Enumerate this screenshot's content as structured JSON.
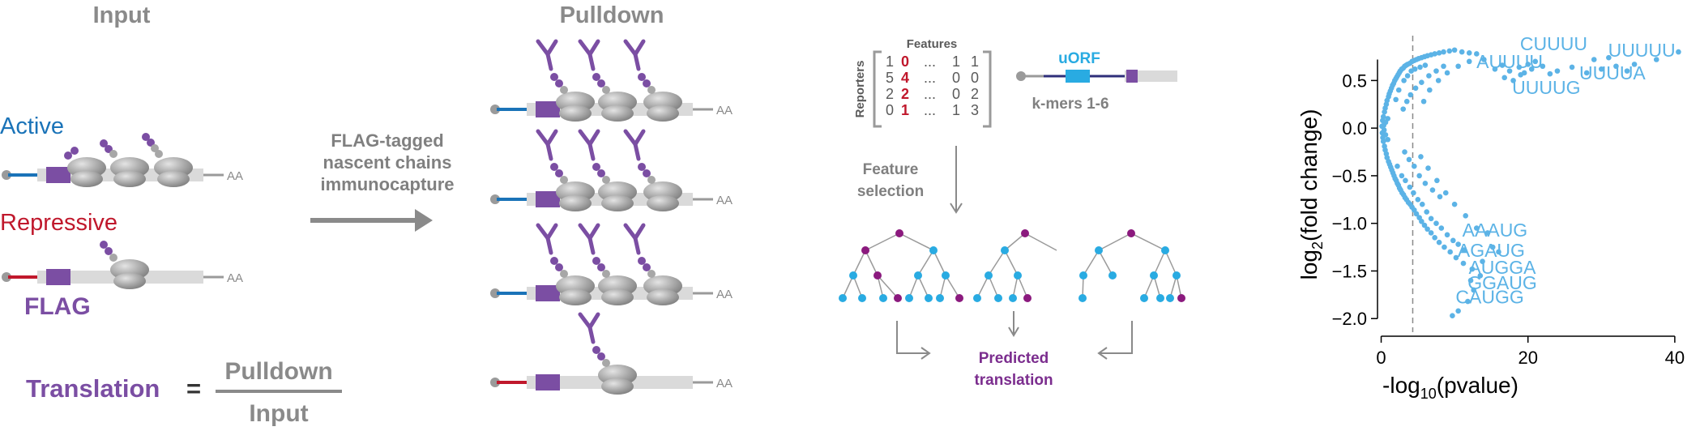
{
  "colors": {
    "active": "#1a73b8",
    "repressive": "#c0182c",
    "flag": "#7b4ea3",
    "gray_text": "#808080",
    "ribosome": "#a7a7a7",
    "mrna": "#dadada",
    "uorf": "#29abe2",
    "tree_blue": "#29abe2",
    "tree_purple": "#8b1a7e",
    "highlight_red": "#c0182c",
    "scatter": "#5cb3e6"
  },
  "panel_a": {
    "title": "Input",
    "active_label": "Active",
    "repressive_label": "Repressive",
    "flag_label": "FLAG",
    "tail_label": "AA",
    "equation": {
      "lhs": "Translation",
      "equals": "=",
      "numerator": "Pulldown",
      "denominator": "Input"
    }
  },
  "arrow_text": {
    "line1": "FLAG-tagged",
    "line2": "nascent chains",
    "line3": "immunocapture"
  },
  "panel_b": {
    "title": "Pulldown",
    "tail_label": "AA"
  },
  "panel_c": {
    "features_label": "Features",
    "reporters_label": "Reporters",
    "matrix": [
      [
        "1",
        "0",
        "...",
        "1",
        "1"
      ],
      [
        "5",
        "4",
        "...",
        "0",
        "0"
      ],
      [
        "2",
        "2",
        "...",
        "0",
        "2"
      ],
      [
        "0",
        "1",
        "...",
        "1",
        "3"
      ]
    ],
    "uorf_label": "uORF",
    "kmers_label": "k-mers 1-6",
    "feature_selection_line1": "Feature",
    "feature_selection_line2": "selection",
    "predicted_line1": "Predicted",
    "predicted_line2": "translation"
  },
  "chart_data": {
    "type": "scatter",
    "xlabel_main": "-log",
    "xlabel_sub": "10",
    "xlabel_paren": "(pvalue)",
    "ylabel_main": "log",
    "ylabel_sub": "2",
    "ylabel_paren": "(fold change)",
    "xlim": [
      -0.5,
      42
    ],
    "ylim": [
      -2.1,
      0.92
    ],
    "xticks": [
      0,
      20,
      40
    ],
    "yticks": [
      "0.5",
      "0.0",
      "−0.5",
      "−1.0",
      "−1.5",
      "−2.0"
    ],
    "ytick_values": [
      0.5,
      0.0,
      -0.5,
      -1.0,
      -1.5,
      -2.0
    ],
    "threshold_x": 4.3,
    "annotations": [
      {
        "text": "CUUUU",
        "x": 23.5,
        "y": 0.82
      },
      {
        "text": "UUUUU",
        "x": 35.5,
        "y": 0.75
      },
      {
        "text": "AUUUU",
        "x": 17.5,
        "y": 0.63
      },
      {
        "text": "UUUUA",
        "x": 31.5,
        "y": 0.51
      },
      {
        "text": "UUUUG",
        "x": 22.5,
        "y": 0.36
      },
      {
        "text": "AAAUG",
        "x": 15.5,
        "y": -1.14
      },
      {
        "text": "AGAUG",
        "x": 15.0,
        "y": -1.35
      },
      {
        "text": "AUGGA",
        "x": 16.5,
        "y": -1.53
      },
      {
        "text": "GGAUG",
        "x": 16.5,
        "y": -1.69
      },
      {
        "text": "CAUGG",
        "x": 14.8,
        "y": -1.84
      }
    ],
    "points_body": [
      [
        0.1,
        0.02
      ],
      [
        0.15,
        -0.05
      ],
      [
        0.2,
        0.08
      ],
      [
        0.22,
        -0.1
      ],
      [
        0.3,
        0.12
      ],
      [
        0.3,
        -0.14
      ],
      [
        0.35,
        0.03
      ],
      [
        0.4,
        -0.02
      ],
      [
        0.45,
        0.17
      ],
      [
        0.45,
        -0.19
      ],
      [
        0.55,
        0.21
      ],
      [
        0.55,
        -0.23
      ],
      [
        0.6,
        0.06
      ],
      [
        0.6,
        -0.07
      ],
      [
        0.7,
        0.25
      ],
      [
        0.7,
        -0.27
      ],
      [
        0.8,
        0.29
      ],
      [
        0.8,
        -0.31
      ],
      [
        0.9,
        0.1
      ],
      [
        0.9,
        -0.12
      ],
      [
        1.0,
        0.33
      ],
      [
        1.0,
        -0.35
      ],
      [
        1.1,
        0.36
      ],
      [
        1.15,
        -0.38
      ],
      [
        1.25,
        0.39
      ],
      [
        1.3,
        -0.41
      ],
      [
        1.4,
        0.42
      ],
      [
        1.45,
        -0.44
      ],
      [
        1.55,
        0.45
      ],
      [
        1.6,
        -0.47
      ],
      [
        1.7,
        0.47
      ],
      [
        1.75,
        -0.5
      ],
      [
        1.85,
        0.5
      ],
      [
        1.9,
        -0.53
      ],
      [
        2.0,
        0.52
      ],
      [
        2.05,
        -0.55
      ],
      [
        2.15,
        0.54
      ],
      [
        2.2,
        -0.58
      ],
      [
        2.3,
        0.56
      ],
      [
        2.35,
        -0.6
      ],
      [
        2.45,
        0.58
      ],
      [
        2.5,
        -0.63
      ],
      [
        2.6,
        0.6
      ],
      [
        2.65,
        -0.65
      ],
      [
        2.8,
        0.62
      ],
      [
        2.85,
        -0.68
      ],
      [
        3.0,
        0.63
      ],
      [
        3.05,
        -0.7
      ],
      [
        3.2,
        0.65
      ],
      [
        3.25,
        -0.73
      ],
      [
        3.4,
        0.66
      ],
      [
        3.45,
        -0.75
      ],
      [
        3.6,
        0.67
      ],
      [
        3.7,
        -0.78
      ],
      [
        3.9,
        0.68
      ],
      [
        3.95,
        -0.8
      ],
      [
        4.2,
        0.7
      ],
      [
        4.2,
        -0.83
      ],
      [
        4.5,
        0.71
      ],
      [
        4.5,
        -0.86
      ],
      [
        4.8,
        0.72
      ],
      [
        4.8,
        -0.9
      ],
      [
        5.1,
        0.73
      ],
      [
        5.2,
        -0.94
      ],
      [
        5.5,
        0.74
      ],
      [
        5.5,
        -0.98
      ],
      [
        5.9,
        0.75
      ],
      [
        5.9,
        -1.02
      ],
      [
        6.3,
        0.76
      ],
      [
        6.3,
        -1.06
      ],
      [
        6.8,
        0.77
      ],
      [
        6.8,
        -1.1
      ],
      [
        7.3,
        0.78
      ],
      [
        7.3,
        -1.15
      ],
      [
        7.9,
        0.79
      ],
      [
        7.9,
        -1.2
      ],
      [
        8.5,
        0.8
      ],
      [
        8.6,
        -1.25
      ],
      [
        9.3,
        0.81
      ],
      [
        9.4,
        -1.3
      ],
      [
        10.0,
        0.82
      ],
      [
        10.2,
        -1.36
      ],
      [
        11.0,
        0.8
      ],
      [
        11.2,
        -1.42
      ],
      [
        12.0,
        0.79
      ],
      [
        12.4,
        -1.48
      ],
      [
        13.0,
        0.78
      ],
      [
        2.0,
        0.3
      ],
      [
        2.4,
        0.4
      ],
      [
        3.1,
        0.5
      ],
      [
        3.6,
        0.55
      ],
      [
        4.1,
        0.6
      ],
      [
        4.6,
        0.62
      ],
      [
        5.3,
        0.64
      ],
      [
        6.0,
        0.66
      ],
      [
        2.2,
        -0.4
      ],
      [
        2.8,
        -0.5
      ],
      [
        3.3,
        -0.55
      ],
      [
        3.9,
        -0.62
      ],
      [
        4.4,
        -0.68
      ],
      [
        5.0,
        -0.75
      ],
      [
        5.6,
        -0.8
      ],
      [
        6.2,
        -0.88
      ],
      [
        6.8,
        -0.95
      ],
      [
        7.5,
        -1.0
      ],
      [
        8.2,
        -1.05
      ],
      [
        9.0,
        -1.12
      ],
      [
        9.8,
        -1.18
      ],
      [
        10.5,
        -1.22
      ],
      [
        11.3,
        -1.28
      ],
      [
        3.0,
        0.2
      ],
      [
        3.5,
        0.28
      ],
      [
        4.0,
        0.35
      ],
      [
        4.7,
        0.42
      ],
      [
        5.5,
        0.48
      ],
      [
        6.5,
        0.55
      ],
      [
        7.5,
        0.6
      ],
      [
        8.5,
        0.65
      ],
      [
        3.2,
        -0.25
      ],
      [
        3.8,
        -0.33
      ],
      [
        4.5,
        -0.4
      ],
      [
        5.2,
        -0.5
      ],
      [
        6.0,
        -0.58
      ],
      [
        7.0,
        -0.65
      ],
      [
        8.0,
        -0.72
      ],
      [
        5.8,
        0.28
      ],
      [
        6.6,
        0.4
      ],
      [
        7.8,
        0.5
      ],
      [
        9.0,
        0.58
      ],
      [
        10.5,
        0.65
      ],
      [
        12.0,
        0.7
      ],
      [
        14.0,
        0.72
      ],
      [
        5.4,
        -0.3
      ],
      [
        6.4,
        -0.42
      ],
      [
        7.6,
        -0.55
      ],
      [
        8.8,
        -0.68
      ],
      [
        10.0,
        -0.8
      ],
      [
        11.5,
        -0.92
      ],
      [
        13.0,
        -1.05
      ],
      [
        14.5,
        -1.1
      ],
      [
        15.2,
        -1.25
      ],
      [
        16.0,
        -1.3
      ],
      [
        13.5,
        -1.55
      ],
      [
        12.6,
        -1.7
      ],
      [
        11.8,
        -1.82
      ],
      [
        10.5,
        -1.92
      ],
      [
        9.7,
        -1.97
      ],
      [
        13.8,
        -1.4
      ],
      [
        12.2,
        -1.6
      ],
      [
        15.5,
        0.62
      ],
      [
        16.5,
        0.66
      ],
      [
        17.5,
        0.6
      ],
      [
        18.8,
        0.64
      ],
      [
        19.5,
        0.58
      ],
      [
        20.5,
        0.62
      ],
      [
        22.0,
        0.65
      ],
      [
        24.0,
        0.6
      ],
      [
        26.0,
        0.64
      ],
      [
        28.0,
        0.58
      ],
      [
        30.0,
        0.62
      ],
      [
        32.0,
        0.65
      ],
      [
        33.5,
        0.6
      ],
      [
        29.0,
        0.72
      ],
      [
        31.0,
        0.74
      ],
      [
        21.0,
        0.7
      ],
      [
        16.8,
        0.53
      ],
      [
        18.0,
        0.5
      ],
      [
        19.0,
        0.56
      ],
      [
        20.0,
        0.67
      ],
      [
        23.0,
        0.57
      ],
      [
        34.5,
        0.67
      ],
      [
        37.5,
        0.72
      ],
      [
        40.5,
        0.8
      ]
    ]
  }
}
